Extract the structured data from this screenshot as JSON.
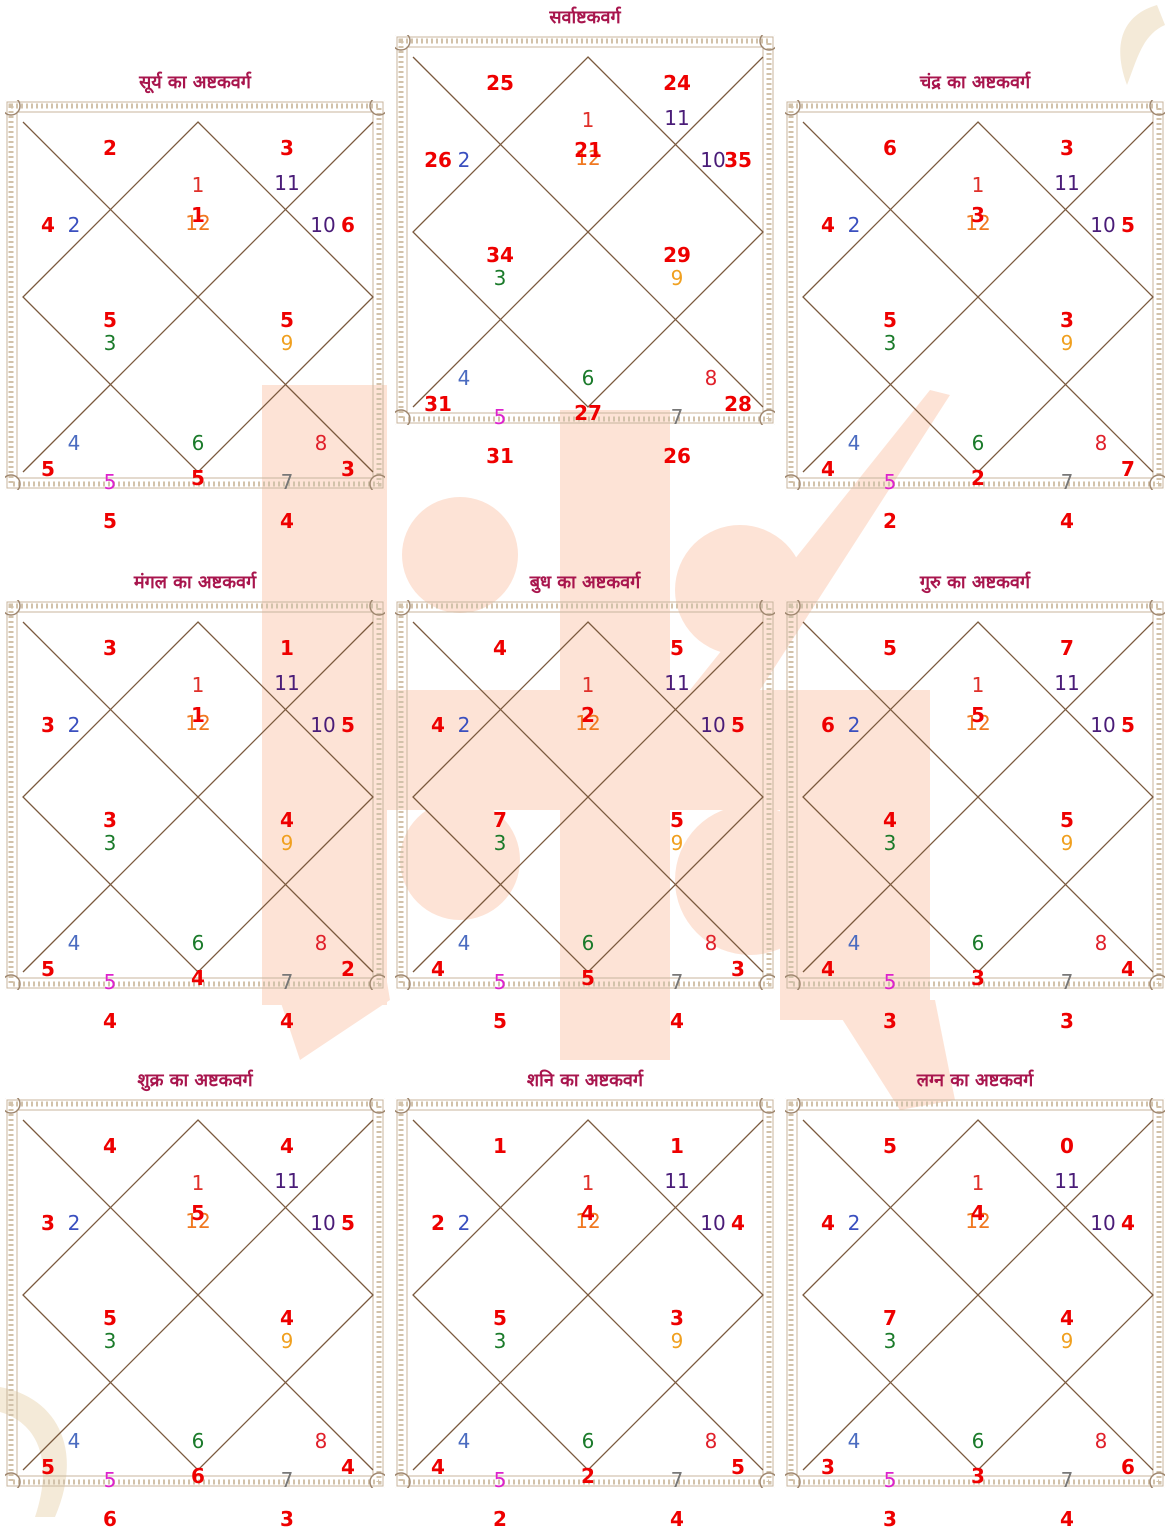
{
  "colors": {
    "title": "#a8154d",
    "points": "#ee0000",
    "frame_line": "#7b5a3e",
    "watermark": "#fde3d6",
    "houses": {
      "1": "#e0302a",
      "2": "#3a4fbf",
      "3": "#1a7a2a",
      "4": "#4a6bc0",
      "5": "#dd22cc",
      "6": "#1a7a2a",
      "7": "#777777",
      "8": "#e0202a",
      "9": "#f0a020",
      "10": "#4a1c78",
      "11": "#4a1c78",
      "12": "#f07820"
    }
  },
  "decor": {
    "watermark": "om-symbol",
    "frame": "ornamental-border"
  },
  "house_numbers": [
    "1",
    "2",
    "3",
    "4",
    "5",
    "6",
    "7",
    "8",
    "9",
    "10",
    "11",
    "12"
  ],
  "charts": [
    {
      "id": "sarva",
      "title": "सर्वाष्टकवर्ग",
      "points": [
        "21",
        "26",
        "25",
        "31",
        "31",
        "27",
        "26",
        "28",
        "24",
        "35",
        "29",
        "34"
      ]
    },
    {
      "id": "surya",
      "title": "सूर्य का अष्टकवर्ग",
      "points": [
        "1",
        "4",
        "2",
        "5",
        "5",
        "5",
        "4",
        "3",
        "3",
        "6",
        "5",
        "5"
      ]
    },
    {
      "id": "chandra",
      "title": "चंद्र का अष्टकवर्ग",
      "points": [
        "3",
        "4",
        "6",
        "4",
        "2",
        "2",
        "4",
        "7",
        "3",
        "5",
        "3",
        "5"
      ]
    },
    {
      "id": "mangal",
      "title": "मंगल का अष्टकवर्ग",
      "points": [
        "1",
        "3",
        "3",
        "5",
        "4",
        "4",
        "4",
        "2",
        "1",
        "5",
        "4",
        "3"
      ]
    },
    {
      "id": "budh",
      "title": "बुध का अष्टकवर्ग",
      "points": [
        "2",
        "4",
        "4",
        "4",
        "5",
        "5",
        "4",
        "3",
        "5",
        "5",
        "5",
        "7"
      ]
    },
    {
      "id": "guru",
      "title": "गुरु का अष्टकवर्ग",
      "points": [
        "5",
        "6",
        "5",
        "4",
        "3",
        "3",
        "3",
        "4",
        "7",
        "5",
        "5",
        "4"
      ]
    },
    {
      "id": "shukra",
      "title": "शुक्र का अष्टकवर्ग",
      "points": [
        "5",
        "3",
        "4",
        "5",
        "6",
        "6",
        "3",
        "4",
        "4",
        "5",
        "4",
        "5"
      ]
    },
    {
      "id": "shani",
      "title": "शनि का अष्टकवर्ग",
      "points": [
        "4",
        "2",
        "1",
        "4",
        "2",
        "2",
        "4",
        "5",
        "1",
        "4",
        "3",
        "5"
      ]
    },
    {
      "id": "lagna",
      "title": "लग्न का अष्टकवर्ग",
      "points": [
        "4",
        "4",
        "5",
        "3",
        "3",
        "3",
        "4",
        "6",
        "0",
        "4",
        "4",
        "7"
      ]
    }
  ]
}
